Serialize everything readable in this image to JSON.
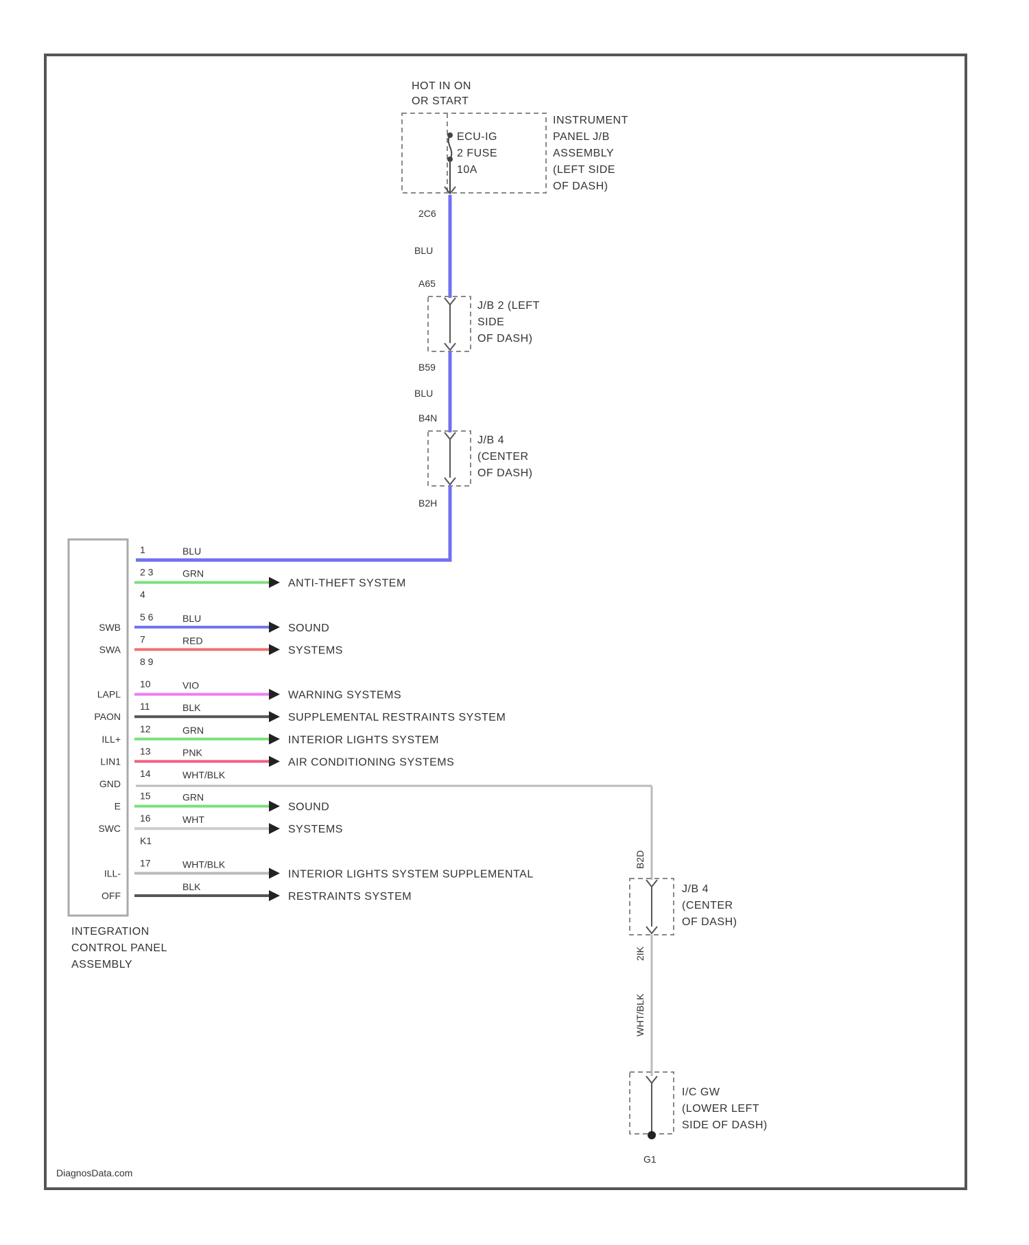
{
  "power_source": {
    "hot_label": [
      "HOT IN ON",
      "OR START"
    ],
    "fuse_label": [
      "ECU-IG",
      "2 FUSE",
      "10A"
    ],
    "junction_label": [
      "INSTRUMENT",
      "PANEL J/B",
      "ASSEMBLY",
      "(LEFT SIDE",
      "OF DASH)"
    ],
    "out_pin": "2C6"
  },
  "feed_wire": {
    "color_code": "BLU",
    "color": "#7070f0"
  },
  "junction_jb2": {
    "in_pin": "A65",
    "out_pin": "B59",
    "label": [
      "J/B 2 (LEFT",
      "SIDE",
      "OF DASH)"
    ]
  },
  "feed_wire_2": {
    "color_code": "BLU"
  },
  "junction_jb4_top": {
    "in_pin": "B4N",
    "out_pin": "B2H",
    "label": [
      "J/B 4",
      "(CENTER",
      "OF DASH)"
    ]
  },
  "module": {
    "label": [
      "INTEGRATION",
      "CONTROL  PANEL",
      "ASSEMBLY"
    ]
  },
  "pins": [
    {
      "pin": "1",
      "signal": "",
      "wire": "BLU",
      "color": "#7070f0",
      "dest": ""
    },
    {
      "pin": "2 3",
      "signal": "",
      "wire": "GRN",
      "color": "#7be07b",
      "dest": "ANTI-THEFT SYSTEM"
    },
    {
      "pin": "4",
      "signal": "",
      "wire": "",
      "color": "",
      "dest": ""
    },
    {
      "pin": "5 6",
      "signal": "SWB",
      "wire": "BLU",
      "color": "#7070f0",
      "dest": "SOUND"
    },
    {
      "pin": "7",
      "signal": "SWA",
      "wire": "RED",
      "color": "#f07070",
      "dest": "SYSTEMS"
    },
    {
      "pin": "8 9",
      "signal": "",
      "wire": "",
      "color": "",
      "dest": ""
    },
    {
      "pin": "10",
      "signal": "LAPL",
      "wire": "VIO",
      "color": "#f07cf0",
      "dest": "WARNING SYSTEMS"
    },
    {
      "pin": "11",
      "signal": "PAON",
      "wire": "BLK",
      "color": "#555555",
      "dest": "SUPPLEMENTAL RESTRAINTS SYSTEM"
    },
    {
      "pin": "12",
      "signal": "ILL+",
      "wire": "GRN",
      "color": "#7be07b",
      "dest": "INTERIOR LIGHTS SYSTEM"
    },
    {
      "pin": "13",
      "signal": "LIN1",
      "wire": "PNK",
      "color": "#f06080",
      "dest": "AIR CONDITIONING SYSTEMS"
    },
    {
      "pin": "14",
      "signal": "GND",
      "wire": "WHT/BLK",
      "color": "#bbbbbb",
      "dest": ""
    },
    {
      "pin": "15",
      "signal": "E",
      "wire": "GRN",
      "color": "#7be07b",
      "dest": "SOUND"
    },
    {
      "pin": "16",
      "signal": "SWC",
      "wire": "WHT",
      "color": "#cccccc",
      "dest": "SYSTEMS"
    },
    {
      "pin": "K1",
      "signal": "",
      "wire": "",
      "color": "",
      "dest": ""
    },
    {
      "pin": "17",
      "signal": "ILL-",
      "wire": "WHT/BLK",
      "color": "#bbbbbb",
      "dest": "INTERIOR LIGHTS SYSTEM SUPPLEMENTAL"
    },
    {
      "pin": "",
      "signal": "OFF",
      "wire": "BLK",
      "color": "#555555",
      "dest": "RESTRAINTS SYSTEM"
    }
  ],
  "ground_path": {
    "jb4_in_pin": "B2D",
    "jb4_out_pin": "2IK",
    "jb4_label": [
      "J/B 4",
      "(CENTER",
      "OF DASH)"
    ],
    "wire": "WHT/BLK",
    "ground_label": [
      "I/C GW",
      "(LOWER LEFT",
      "SIDE OF DASH)"
    ],
    "ground_id": "G1"
  },
  "watermark": "DiagnosData.com"
}
